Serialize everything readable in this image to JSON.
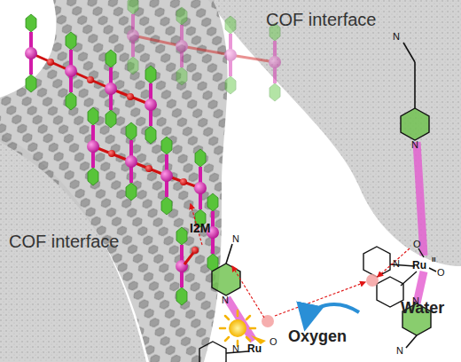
{
  "diagram": {
    "labels": [
      "COF interface",
      "COF interface",
      "I2M",
      "Water",
      "Oxygen",
      "Ru",
      "II",
      "Ru",
      "N",
      "N",
      "N",
      "N",
      "N",
      "N",
      "N",
      "N",
      "O",
      "O",
      "O"
    ]
  }
}
